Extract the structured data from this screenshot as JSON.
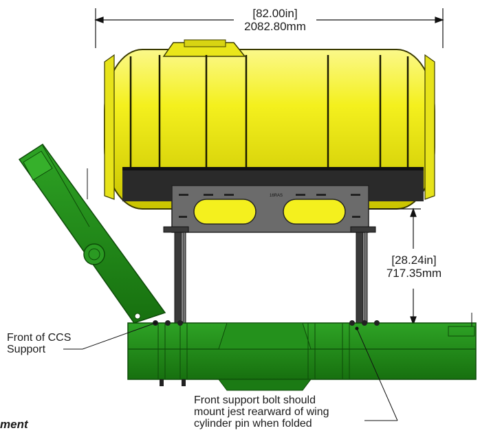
{
  "dimensions": {
    "width": {
      "imperial": "[82.00in]",
      "metric": "2082.80mm"
    },
    "height": {
      "imperial": "[28.24in]",
      "metric": "717.35mm"
    }
  },
  "callouts": {
    "front_ccs": {
      "line1": "Front of CCS",
      "line2": "Support"
    },
    "bolt_note": {
      "line1": "Front support bolt should",
      "line2": "mount jest rearward of wing",
      "line3": "cylinder pin when folded"
    }
  },
  "bracket_marking": "16RAS",
  "partial_caption": "ment",
  "colors": {
    "tank_yellow": "#f2ee1c",
    "frame_green": "#1f8a1a",
    "bracket_gray": "#6b6b6b",
    "band_black": "#2a2a2a"
  }
}
